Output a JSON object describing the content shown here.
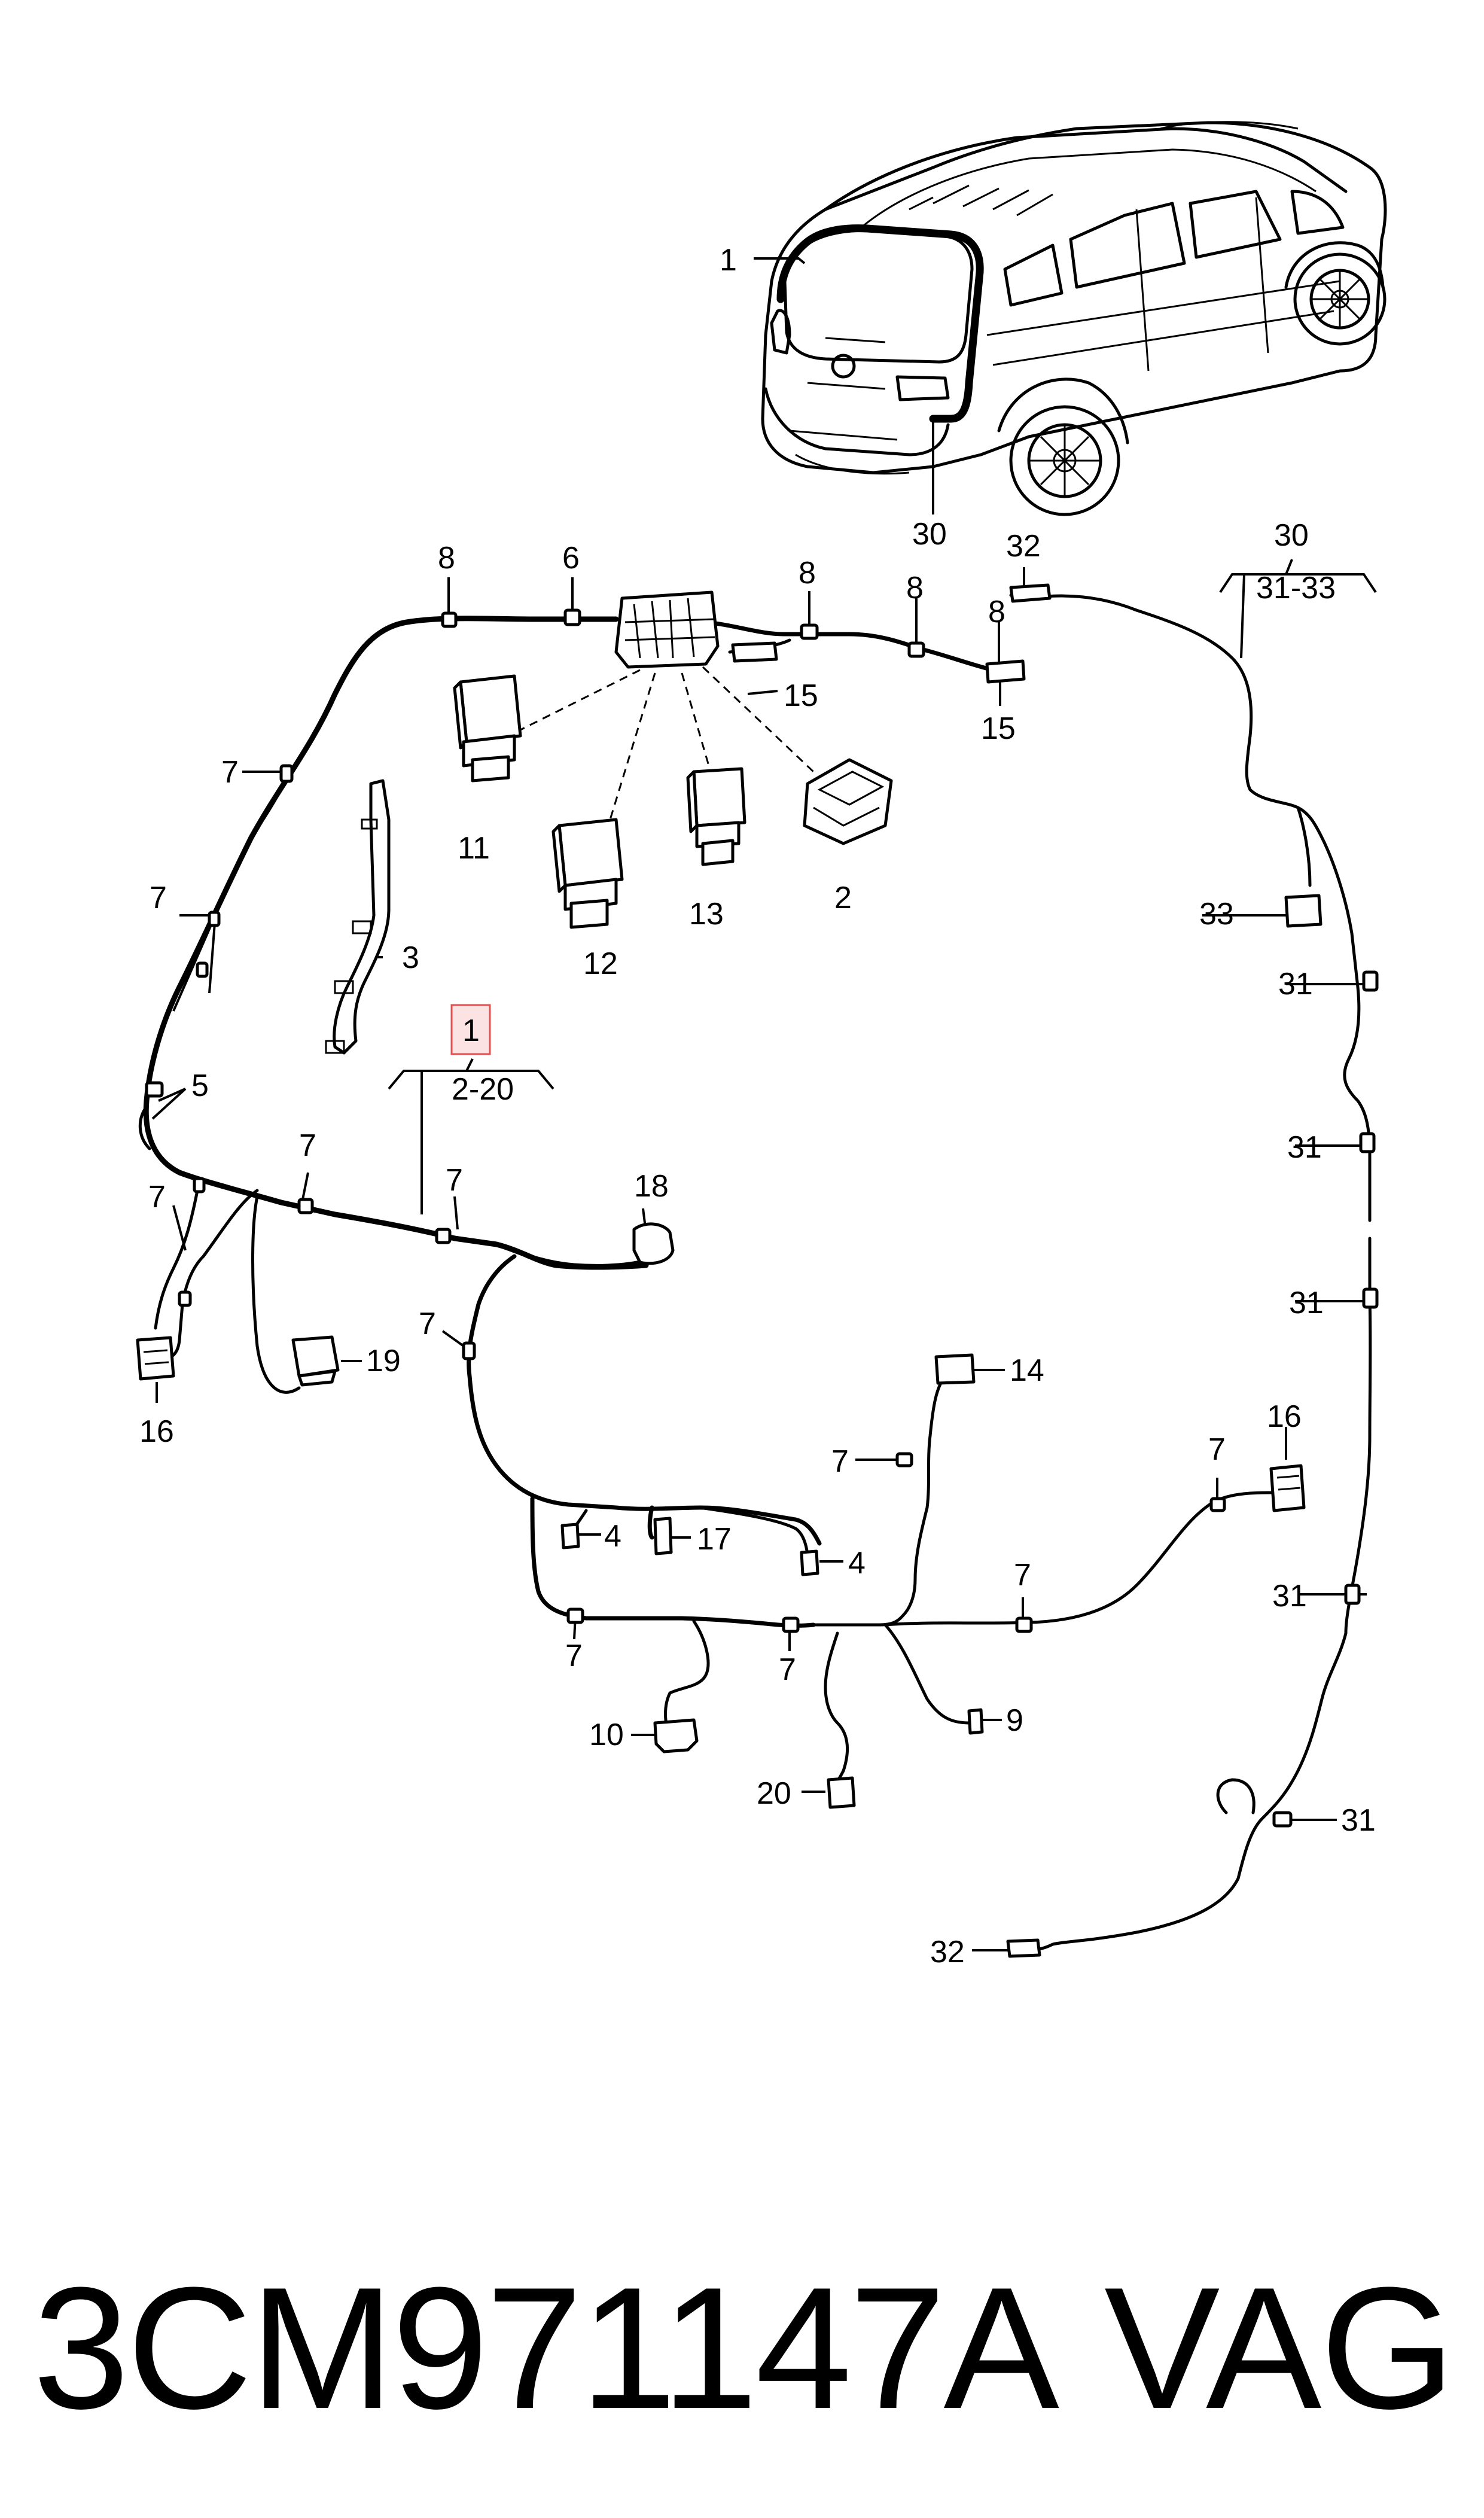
{
  "footer": {
    "part_number": "3CM971147A",
    "brand": "VAG"
  },
  "callouts": {
    "car_1": "1",
    "car_30": "30",
    "c32_top": "32",
    "c30_group": "30",
    "c31_33": "31-33",
    "c8_a": "8",
    "c6": "6",
    "c8_b": "8",
    "c8_c": "8",
    "c8_d": "8",
    "c15_a": "15",
    "c15_b": "15",
    "c7_a": "7",
    "c11": "11",
    "c12": "12",
    "c13": "13",
    "c2": "2",
    "c7_b": "7",
    "c3": "3",
    "c33": "33",
    "c31_a": "31",
    "c1_main": "1",
    "c2_20": "2-20",
    "c5": "5",
    "c31_b": "31",
    "c7_c": "7",
    "c7_d": "7",
    "c7_e": "7",
    "c18": "18",
    "c31_c": "31",
    "c7_f": "7",
    "c19": "19",
    "c16_a": "16",
    "c14": "14",
    "c16_b": "16",
    "c7_g": "7",
    "c7_h": "7",
    "c4_a": "4",
    "c17": "17",
    "c4_b": "4",
    "c7_i": "7",
    "c31_d": "31",
    "c7_j": "7",
    "c7_k": "7",
    "c9": "9",
    "c10": "10",
    "c20": "20",
    "c31_e": "31",
    "c32_bottom": "32"
  }
}
